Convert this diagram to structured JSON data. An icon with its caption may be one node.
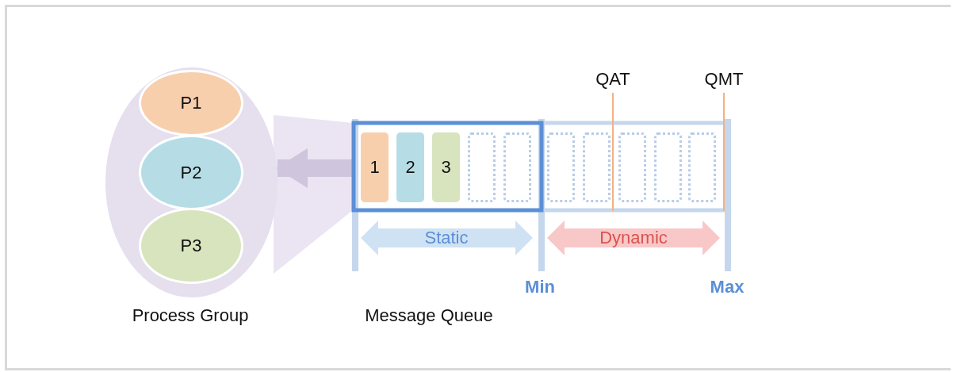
{
  "diagram": {
    "nodes": [
      {
        "text": [
          "Process Group"
        ]
      },
      {
        "text": [
          "P1"
        ],
        "in": 0
      },
      {
        "text": [
          "P2"
        ],
        "in": 0
      },
      {
        "text": [
          "P3"
        ],
        "in": 0
      },
      {
        "text": [
          "Message Queue"
        ]
      },
      {
        "text": [
          "1"
        ],
        "in": 4
      },
      {
        "text": [
          "2"
        ],
        "in": 4
      },
      {
        "text": [
          "3"
        ],
        "in": 4
      },
      {
        "text": [],
        "shape": "box",
        "in": 4
      },
      {
        "text": [],
        "shape": "box",
        "in": 4
      },
      {
        "text": [],
        "shape": "box",
        "in": 4
      },
      {
        "text": [],
        "shape": "box",
        "in": 4
      },
      {
        "text": [],
        "shape": "box",
        "in": 4
      },
      {
        "text": [],
        "shape": "box",
        "in": 4
      },
      {
        "text": [],
        "shape": "box",
        "in": 4
      }
    ],
    "edges": [
      {
        "from": 4,
        "to": 0,
        "arrow": "to"
      }
    ],
    "labels": [
      "QAT",
      "QMT",
      "Static",
      "Dynamic",
      "Min",
      "Max"
    ]
  }
}
